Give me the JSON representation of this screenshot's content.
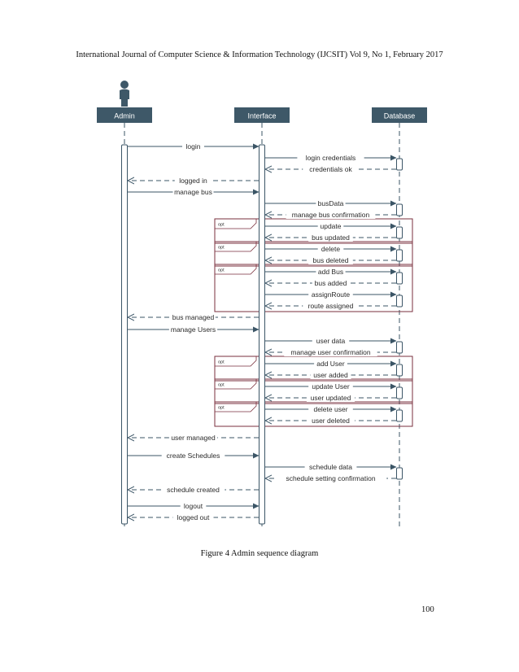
{
  "page": {
    "header": "International Journal of Computer Science & Information Technology (IJCSIT) Vol 9, No 1, February 2017",
    "caption": "Figure 4 Admin sequence diagram",
    "page_number": "100"
  },
  "diagram": {
    "participants": [
      {
        "id": "admin",
        "label": "Admin",
        "actor": true
      },
      {
        "id": "interface",
        "label": "Interface"
      },
      {
        "id": "database",
        "label": "Database"
      }
    ],
    "messages": [
      {
        "from": "admin",
        "to": "interface",
        "label": "login",
        "dashed": false
      },
      {
        "from": "interface",
        "to": "database",
        "label": "login credentials",
        "dashed": false
      },
      {
        "from": "database",
        "to": "interface",
        "label": "credentials ok",
        "dashed": true
      },
      {
        "from": "interface",
        "to": "admin",
        "label": "logged in",
        "dashed": true
      },
      {
        "from": "admin",
        "to": "interface",
        "label": "manage bus",
        "dashed": false
      },
      {
        "from": "interface",
        "to": "database",
        "label": "busData",
        "dashed": false
      },
      {
        "from": "database",
        "to": "interface",
        "label": "manage bus confirmation",
        "dashed": true
      },
      {
        "from": "interface",
        "to": "database",
        "label": "update",
        "dashed": false
      },
      {
        "from": "database",
        "to": "interface",
        "label": "bus updated",
        "dashed": true
      },
      {
        "from": "interface",
        "to": "database",
        "label": "delete",
        "dashed": false
      },
      {
        "from": "database",
        "to": "interface",
        "label": "bus deleted",
        "dashed": true
      },
      {
        "from": "interface",
        "to": "database",
        "label": "add Bus",
        "dashed": false
      },
      {
        "from": "database",
        "to": "interface",
        "label": "bus added",
        "dashed": true
      },
      {
        "from": "interface",
        "to": "database",
        "label": "assignRoute",
        "dashed": false
      },
      {
        "from": "database",
        "to": "interface",
        "label": "route assigned",
        "dashed": true
      },
      {
        "from": "interface",
        "to": "admin",
        "label": "bus managed",
        "dashed": true
      },
      {
        "from": "admin",
        "to": "interface",
        "label": "manage Users",
        "dashed": false
      },
      {
        "from": "interface",
        "to": "database",
        "label": "user data",
        "dashed": false
      },
      {
        "from": "database",
        "to": "interface",
        "label": "manage user confirmation",
        "dashed": true
      },
      {
        "from": "interface",
        "to": "database",
        "label": "add User",
        "dashed": false
      },
      {
        "from": "database",
        "to": "interface",
        "label": "user added",
        "dashed": true
      },
      {
        "from": "interface",
        "to": "database",
        "label": "update User",
        "dashed": false
      },
      {
        "from": "database",
        "to": "interface",
        "label": "user updated",
        "dashed": true
      },
      {
        "from": "interface",
        "to": "database",
        "label": "delete user",
        "dashed": false
      },
      {
        "from": "database",
        "to": "interface",
        "label": "user deleted",
        "dashed": true
      },
      {
        "from": "interface",
        "to": "admin",
        "label": "user managed",
        "dashed": true
      },
      {
        "from": "admin",
        "to": "interface",
        "label": "create Schedules",
        "dashed": false
      },
      {
        "from": "interface",
        "to": "database",
        "label": "schedule data",
        "dashed": false
      },
      {
        "from": "database",
        "to": "interface",
        "label": "schedule setting confirmation",
        "dashed": true
      },
      {
        "from": "interface",
        "to": "admin",
        "label": "schedule created",
        "dashed": true
      },
      {
        "from": "admin",
        "to": "interface",
        "label": "logout",
        "dashed": false
      },
      {
        "from": "interface",
        "to": "admin",
        "label": "logged out",
        "dashed": true
      }
    ],
    "fragments": [
      {
        "label": "opt",
        "first": 7,
        "last": 8
      },
      {
        "label": "opt",
        "first": 9,
        "last": 10
      },
      {
        "label": "opt",
        "first": 11,
        "last": 14
      },
      {
        "label": "opt",
        "first": 19,
        "last": 20
      },
      {
        "label": "opt",
        "first": 21,
        "last": 22
      },
      {
        "label": "opt",
        "first": 23,
        "last": 24
      }
    ],
    "colors": {
      "header_fill": "#3e5868",
      "header_text": "#ffffff",
      "line": "#3b5566",
      "fragment_border": "#7a2f3c",
      "actor": "#3e5868"
    }
  }
}
